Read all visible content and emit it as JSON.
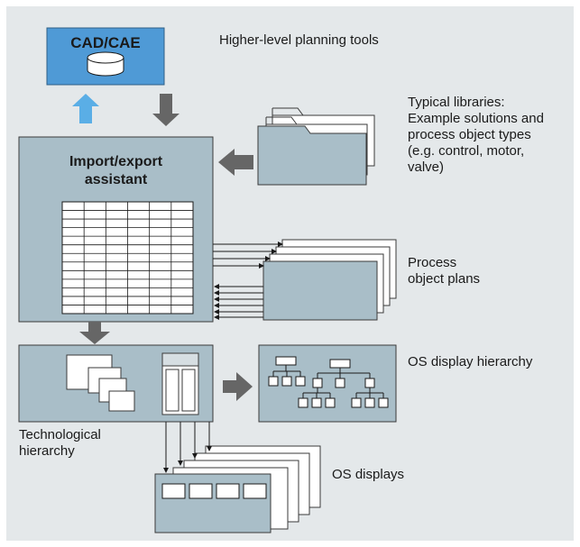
{
  "diagram": {
    "cad_box": {
      "title": "CAD/CAE",
      "caption": "Higher-level planning tools"
    },
    "import_export": {
      "title": "Import/export\nassistant",
      "table_rows": 13,
      "table_cols": 6
    },
    "libraries": {
      "caption": "Typical libraries:\nExample solutions and\nprocess object types\n(e.g. control, motor,\nvalve)"
    },
    "process_plans": {
      "caption": "Process\nobject plans"
    },
    "technological_hierarchy": {
      "caption": "Technological\nhierarchy"
    },
    "os_display_hierarchy": {
      "caption": "OS display hierarchy"
    },
    "os_displays": {
      "caption": "OS displays"
    },
    "colors": {
      "background": "#e4e8ea",
      "box_fill": "#a9bec8",
      "cad_fill": "#4f9ad6",
      "arrow_gray": "#666666",
      "arrow_blue": "#5aaee6",
      "outline": "#3a3a3a"
    }
  }
}
